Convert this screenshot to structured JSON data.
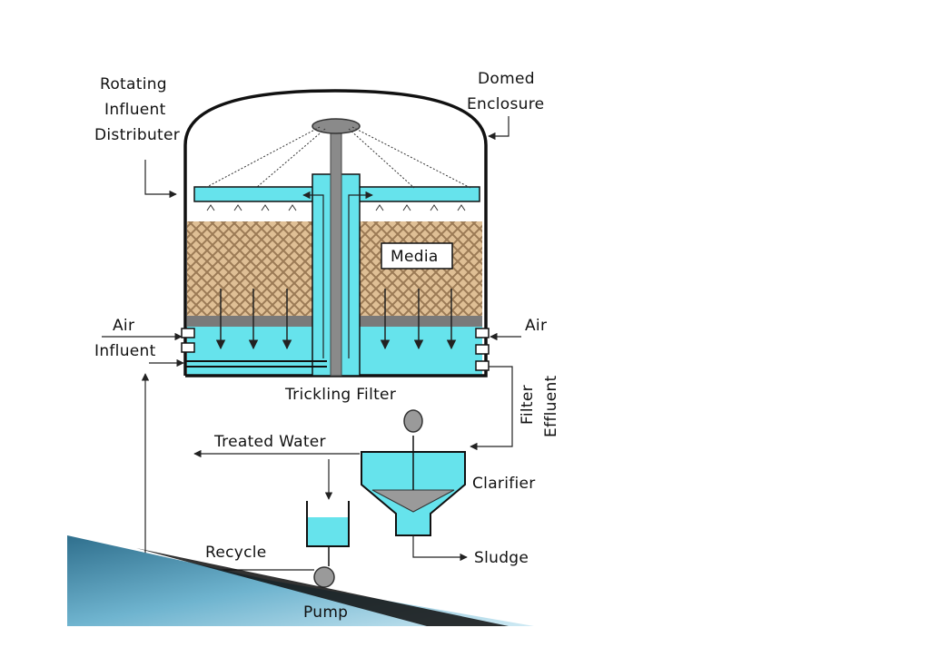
{
  "diagram": {
    "labels": {
      "rotating": [
        "Rotating",
        "Influent",
        "Distributer"
      ],
      "domed": [
        "Domed",
        "Enclosure"
      ],
      "media": "Media",
      "air_left": "Air",
      "air_right": "Air",
      "influent": "Influent",
      "trickling_filter": "Trickling Filter",
      "filter_effluent": [
        "Filter",
        "Effluent"
      ],
      "treated_water": "Treated Water",
      "clarifier": "Clarifier",
      "sludge": "Sludge",
      "recycle": "Recycle",
      "pump": "Pump"
    },
    "colors": {
      "water": "#66e3ec",
      "media_bg": "#dfbf95",
      "media_lattice": "#9b7a55",
      "underdrain": "#7a7a7a",
      "wall": "#111111",
      "banner_dark": "#3a7f9e",
      "banner_light": "#bfe2ef"
    }
  }
}
